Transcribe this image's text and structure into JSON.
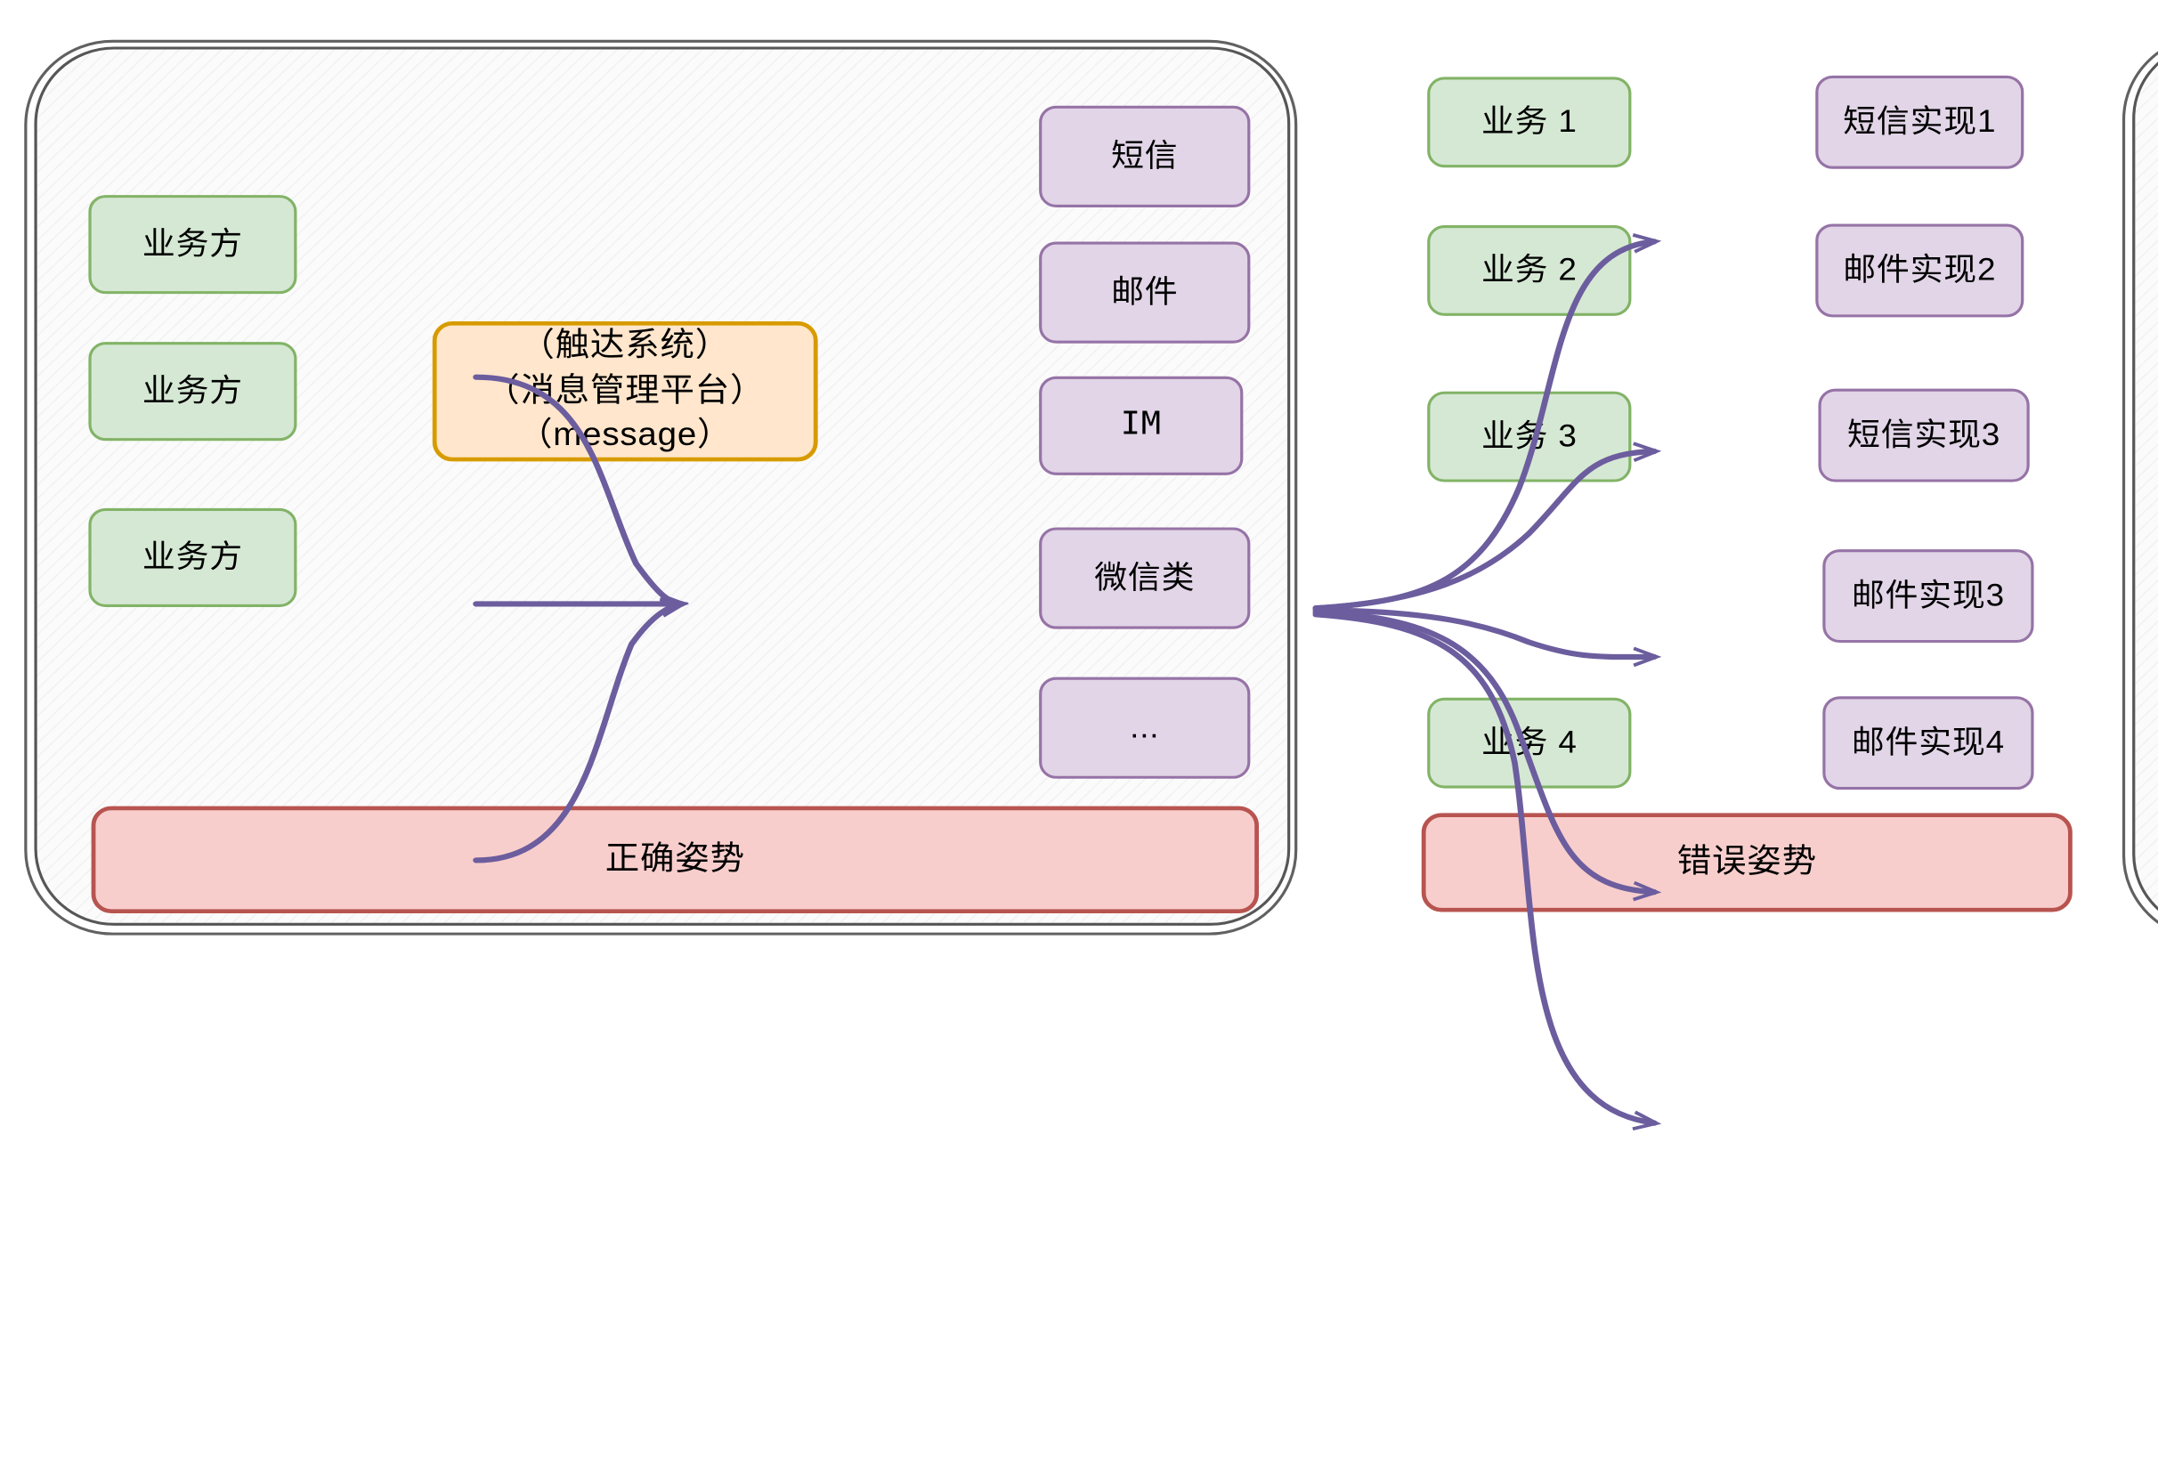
{
  "diagram": {
    "title_hidden": "",
    "colors": {
      "green_fill": "#d5e8d4",
      "green_stroke": "#82b366",
      "purple_fill": "#e1d5e7",
      "purple_stroke": "#9673a6",
      "orange_fill": "#ffe6cc",
      "orange_stroke": "#d79b00",
      "pink_fill": "#f8cecc",
      "pink_stroke": "#b85450",
      "arrow": "#6c5d9e",
      "panel_stroke": "#565656",
      "panel_fill": "#fbfbfb"
    }
  },
  "left_panel": {
    "caption": "正确姿势",
    "sources": [
      {
        "label": "业务方"
      },
      {
        "label": "业务方"
      },
      {
        "label": "业务方"
      }
    ],
    "hub": {
      "line1": "（触达系统）",
      "line2": "（消息管理平台）",
      "line3": "（message）"
    },
    "channels": [
      {
        "label": "短信"
      },
      {
        "label": "邮件"
      },
      {
        "label": "IM"
      },
      {
        "label": "微信类"
      },
      {
        "label": "..."
      }
    ]
  },
  "right_panel": {
    "caption": "错误姿势",
    "sources": [
      {
        "label": "业务 1"
      },
      {
        "label": "业务 2"
      },
      {
        "label": "业务 3"
      },
      {
        "label": "业务 4"
      }
    ],
    "implementations": [
      {
        "label": "短信实现1"
      },
      {
        "label": "邮件实现2"
      },
      {
        "label": "短信实现3"
      },
      {
        "label": "邮件实现3"
      },
      {
        "label": "邮件实现4"
      }
    ]
  }
}
